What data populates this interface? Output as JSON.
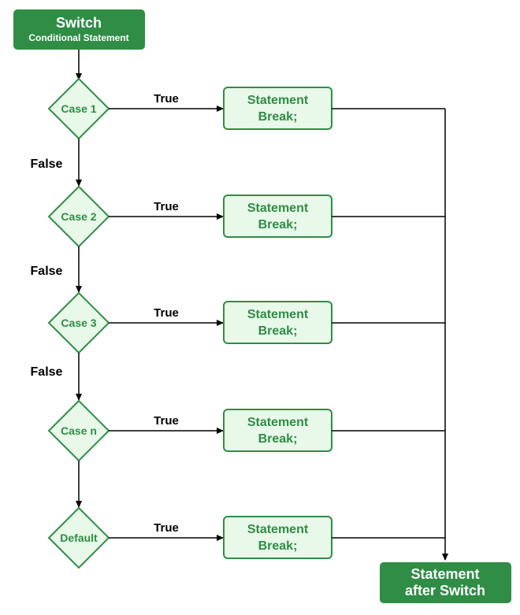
{
  "start": {
    "title": "Switch",
    "subtitle": "Conditional Statement"
  },
  "cases": [
    {
      "label": "Case 1",
      "true_label": "True",
      "statement": "Statement",
      "break": "Break;",
      "false_label": "False"
    },
    {
      "label": "Case 2",
      "true_label": "True",
      "statement": "Statement",
      "break": "Break;",
      "false_label": "False"
    },
    {
      "label": "Case 3",
      "true_label": "True",
      "statement": "Statement",
      "break": "Break;",
      "false_label": "False"
    },
    {
      "label": "Case n",
      "true_label": "True",
      "statement": "Statement",
      "break": "Break;",
      "false_label": ""
    },
    {
      "label": "Default",
      "true_label": "True",
      "statement": "Statement",
      "break": "Break;",
      "false_label": ""
    }
  ],
  "end": {
    "line1": "Statement",
    "line2": "after Switch"
  },
  "colors": {
    "solid_fill": "#2f8d46",
    "node_fill": "#e8f8e9",
    "node_stroke": "#2f8d46",
    "edge": "#000000"
  }
}
